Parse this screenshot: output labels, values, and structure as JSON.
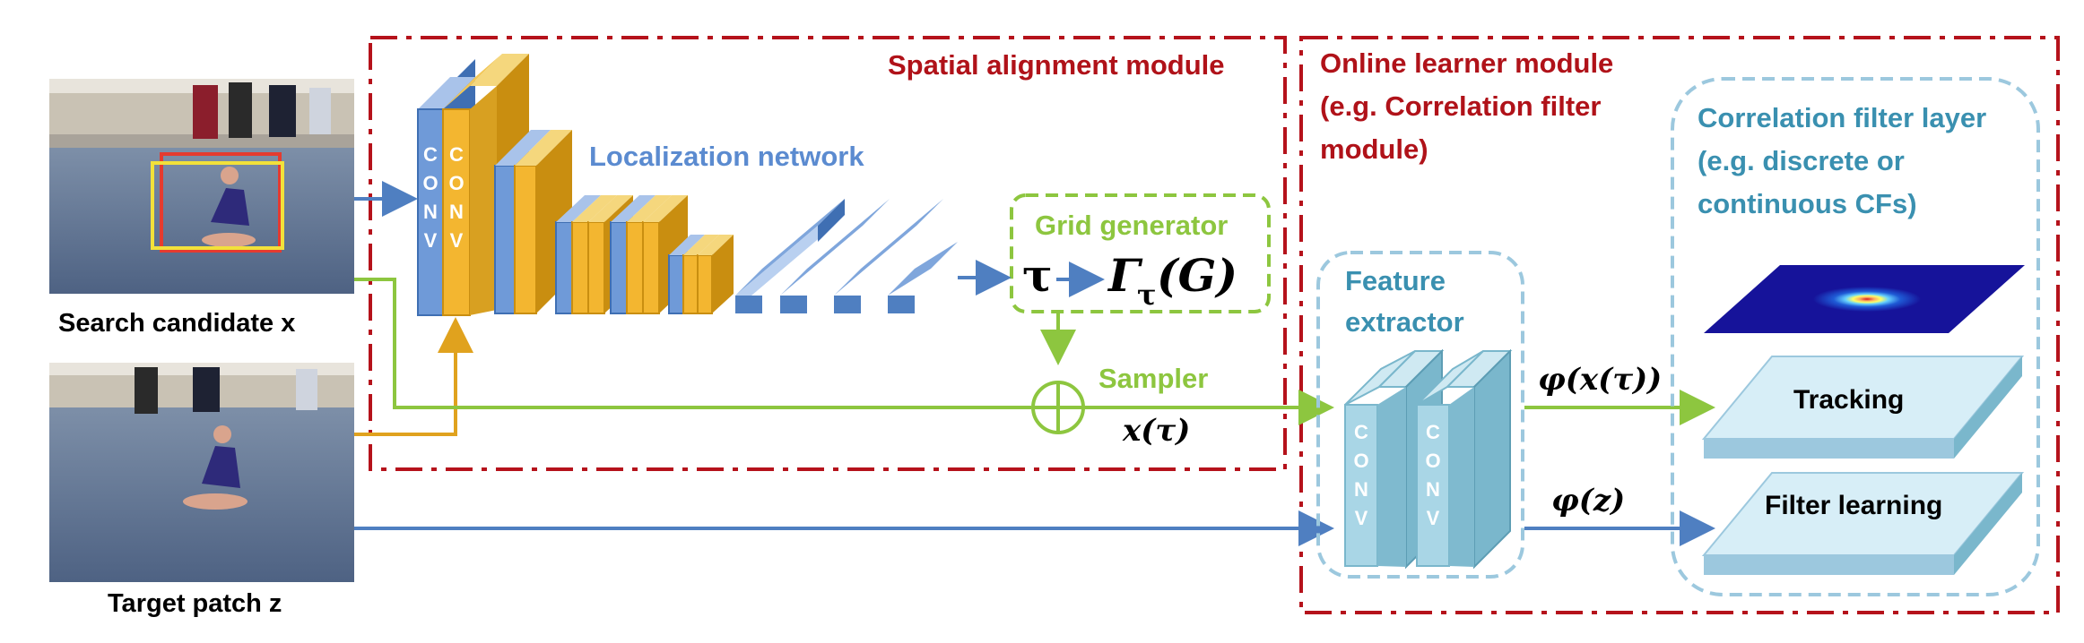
{
  "modules": {
    "spatial_alignment": "Spatial alignment module",
    "online_learner_1": "Online learner module",
    "online_learner_2": "(e.g. Correlation filter",
    "online_learner_3": "module)",
    "correlation_filter_layer_1": "Correlation filter layer",
    "correlation_filter_layer_2": "(e.g. discrete or",
    "correlation_filter_layer_3": "continuous CFs)"
  },
  "inputs": {
    "search_candidate": "Search candidate x",
    "target_patch": "Target patch z"
  },
  "localization": {
    "title": "Localization network",
    "conv_letters": [
      "C",
      "O",
      "N",
      "V"
    ]
  },
  "grid": {
    "title": "Grid generator",
    "tau": "τ",
    "gamma": "Γ",
    "gamma_sub": "τ",
    "gamma_arg": "(G)"
  },
  "sampler": {
    "title": "Sampler",
    "output": "x(τ)"
  },
  "feature": {
    "title_1": "Feature",
    "title_2": "extractor",
    "conv_letters": [
      "C",
      "O",
      "N",
      "V"
    ]
  },
  "features": {
    "phi_x": "φ(x(τ))",
    "phi_z": "φ(z)"
  },
  "cf_layers": {
    "tracking": "Tracking",
    "filter_learning": "Filter learning"
  },
  "colors": {
    "module_border": "#b5121b",
    "module_text": "#b01219",
    "blue": "#4f7fc1",
    "blue_text": "#5b8bd0",
    "orange": "#e0a21e",
    "green": "#8dc63f",
    "teal_box": "#9cc8de",
    "teal_text": "#3a90b0",
    "conv_face": "#a9d6e6",
    "conv_side": "#7ab7cc"
  },
  "icons": {
    "sampler": "circle-plus-icon",
    "search_image": "gymnast-photo",
    "target_image": "gymnast-photo",
    "response_map": "heatmap-icon"
  }
}
